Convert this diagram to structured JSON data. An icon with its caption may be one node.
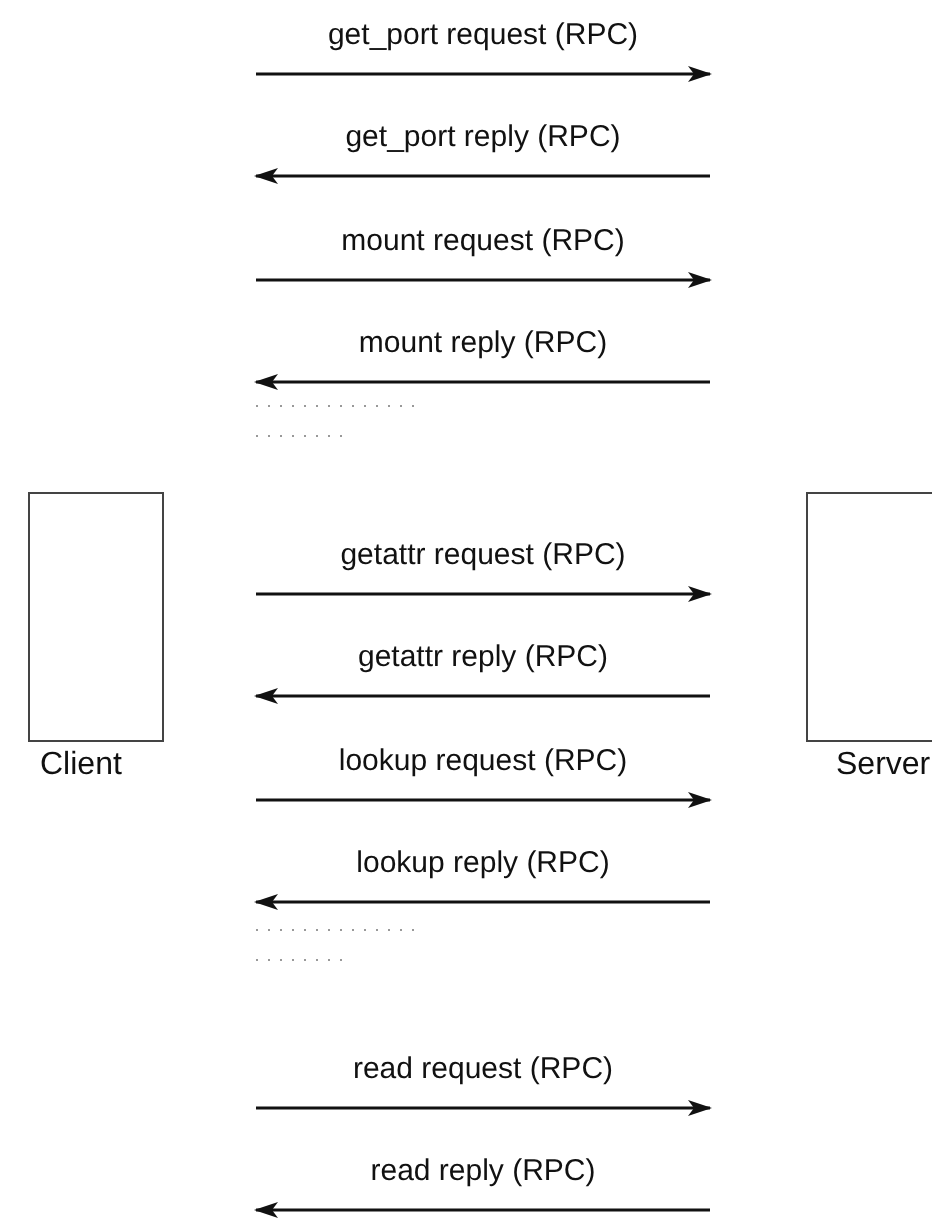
{
  "diagram": {
    "nodes": [
      {
        "text": [
          "Client"
        ]
      },
      {
        "text": [
          "Server"
        ]
      }
    ],
    "labels": [
      "get_port request (RPC)",
      "get_port reply (RPC)",
      "mount request (RPC)",
      "mount reply (RPC)",
      "getattr request (RPC)",
      "getattr reply (RPC)",
      "lookup request (RPC)",
      "lookup reply (RPC)",
      "read request (RPC)",
      "read reply (RPC)"
    ]
  }
}
